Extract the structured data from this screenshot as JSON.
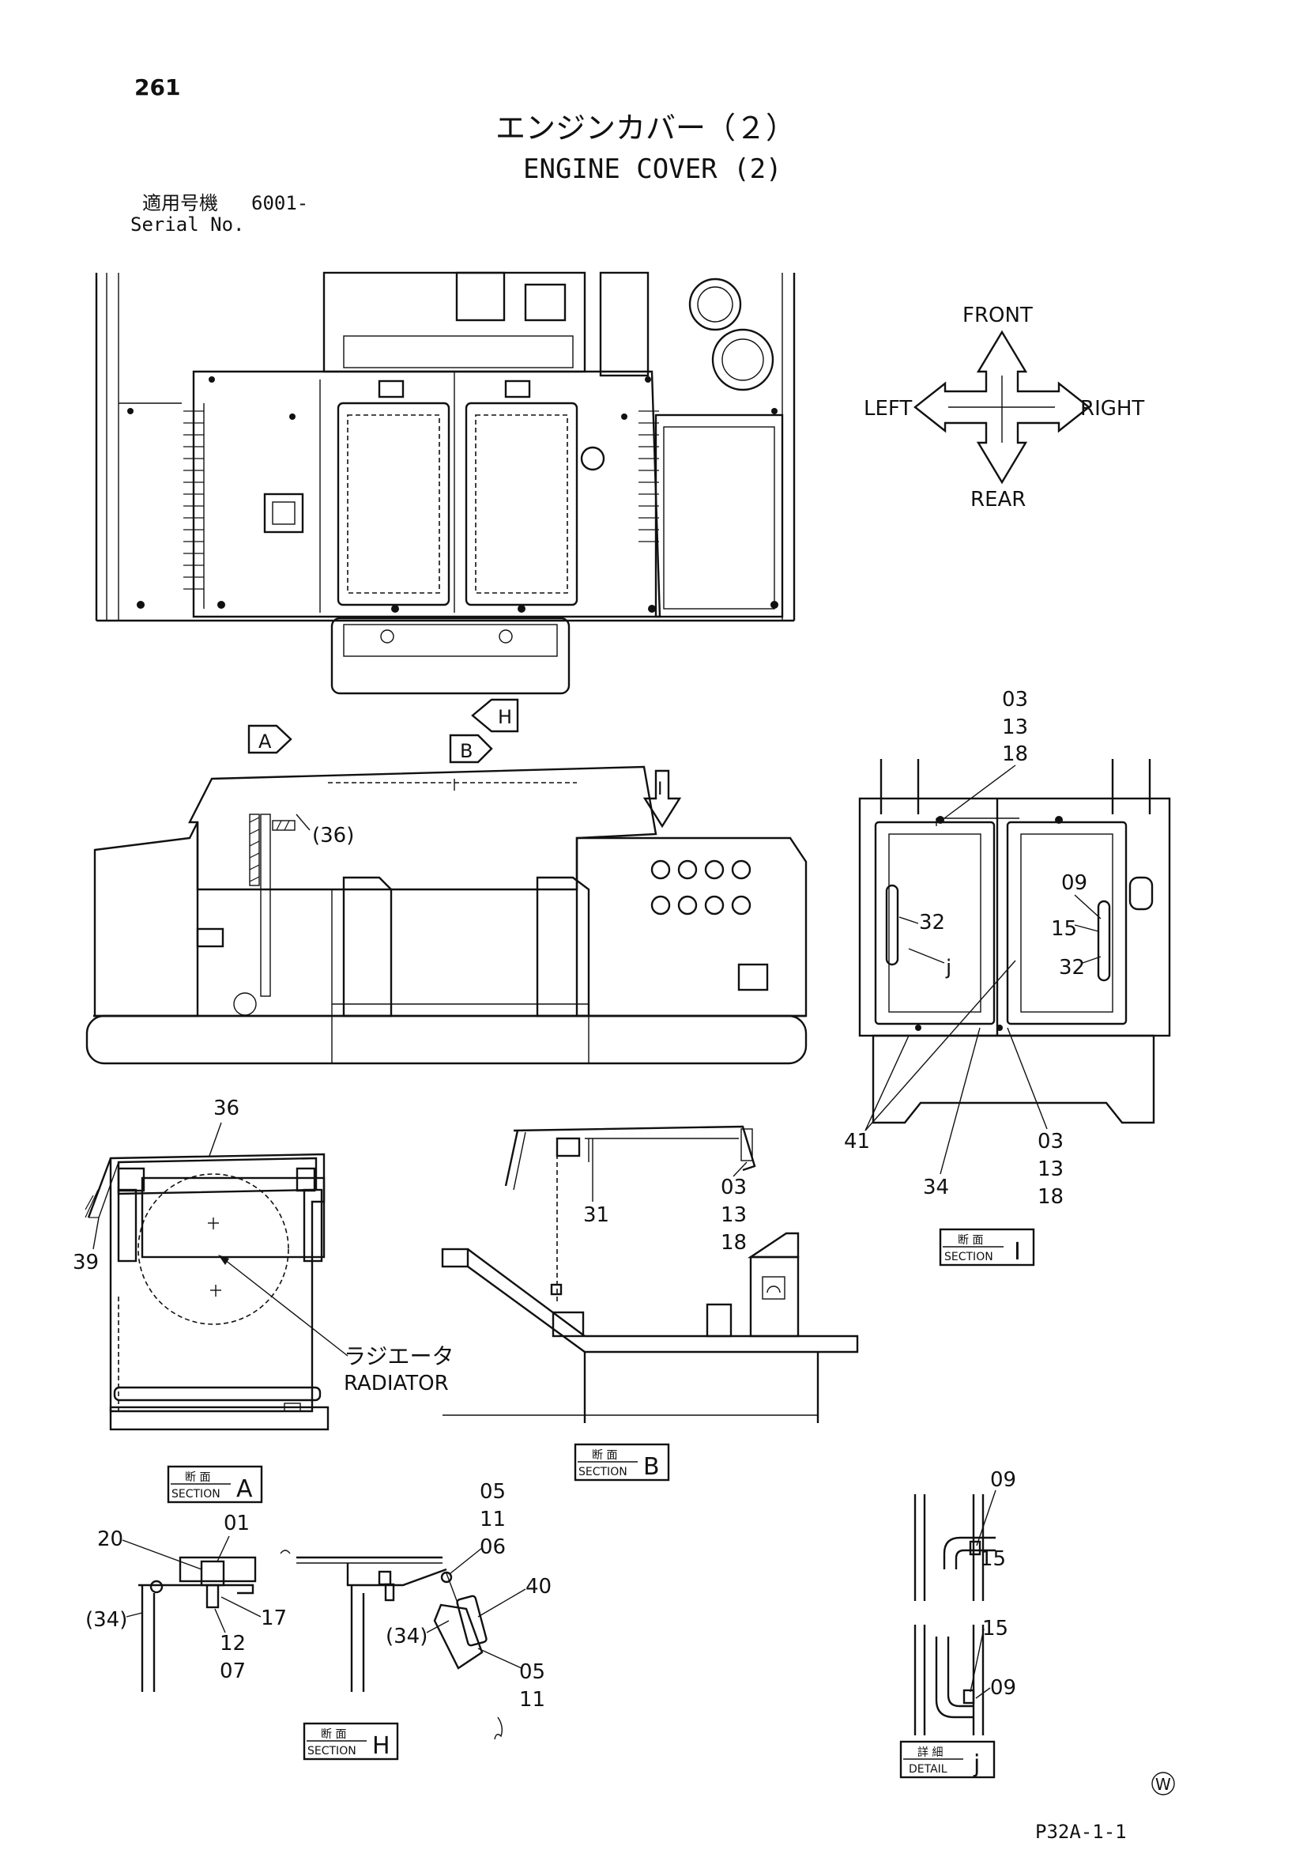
{
  "page_number": "261",
  "title_jp": "エンジンカバー（２）",
  "title_en": "ENGINE COVER (2)",
  "serial_label_jp": "適用号機",
  "serial_value": "6001-",
  "serial_label_en": "Serial No.",
  "compass": {
    "front": "FRONT",
    "rear": "REAR",
    "left": "LEFT",
    "right": "RIGHT"
  },
  "view_markers": {
    "a": "A",
    "b": "B",
    "h": "H",
    "i": "I"
  },
  "section_labels": {
    "jp_section": "断 面",
    "en_section": "SECTION",
    "jp_detail": "詳 細",
    "en_detail": "DETAIL",
    "a": "A",
    "b": "B",
    "h": "H",
    "i": "I",
    "j": "j"
  },
  "radiator_jp": "ラジエータ",
  "radiator_en": "RADIATOR",
  "callouts": {
    "top_36": "(36)",
    "secI_top": [
      "03",
      "13",
      "18"
    ],
    "secI_32a": "32",
    "secI_j": "j",
    "secI_09": "09",
    "secI_15": "15",
    "secI_32b": "32",
    "secI_41": "41",
    "secI_34": "34",
    "secI_bottom": [
      "03",
      "13",
      "18"
    ],
    "secA_36": "36",
    "secA_39": "39",
    "secB_31": "31",
    "secB_stack": [
      "03",
      "13",
      "18"
    ],
    "h_20": "20",
    "h_01": "01",
    "h_34a": "(34)",
    "h_17": "17",
    "h_12": "12",
    "h_07": "07",
    "h_top": [
      "05",
      "11",
      "06"
    ],
    "h_40": "40",
    "h_34b": "(34)",
    "h_bottom": [
      "05",
      "11"
    ],
    "j_09a": "09",
    "j_15a": "15",
    "j_15b": "15",
    "j_09b": "09"
  },
  "watermark": "W",
  "figure_code": "P32A-1-1"
}
